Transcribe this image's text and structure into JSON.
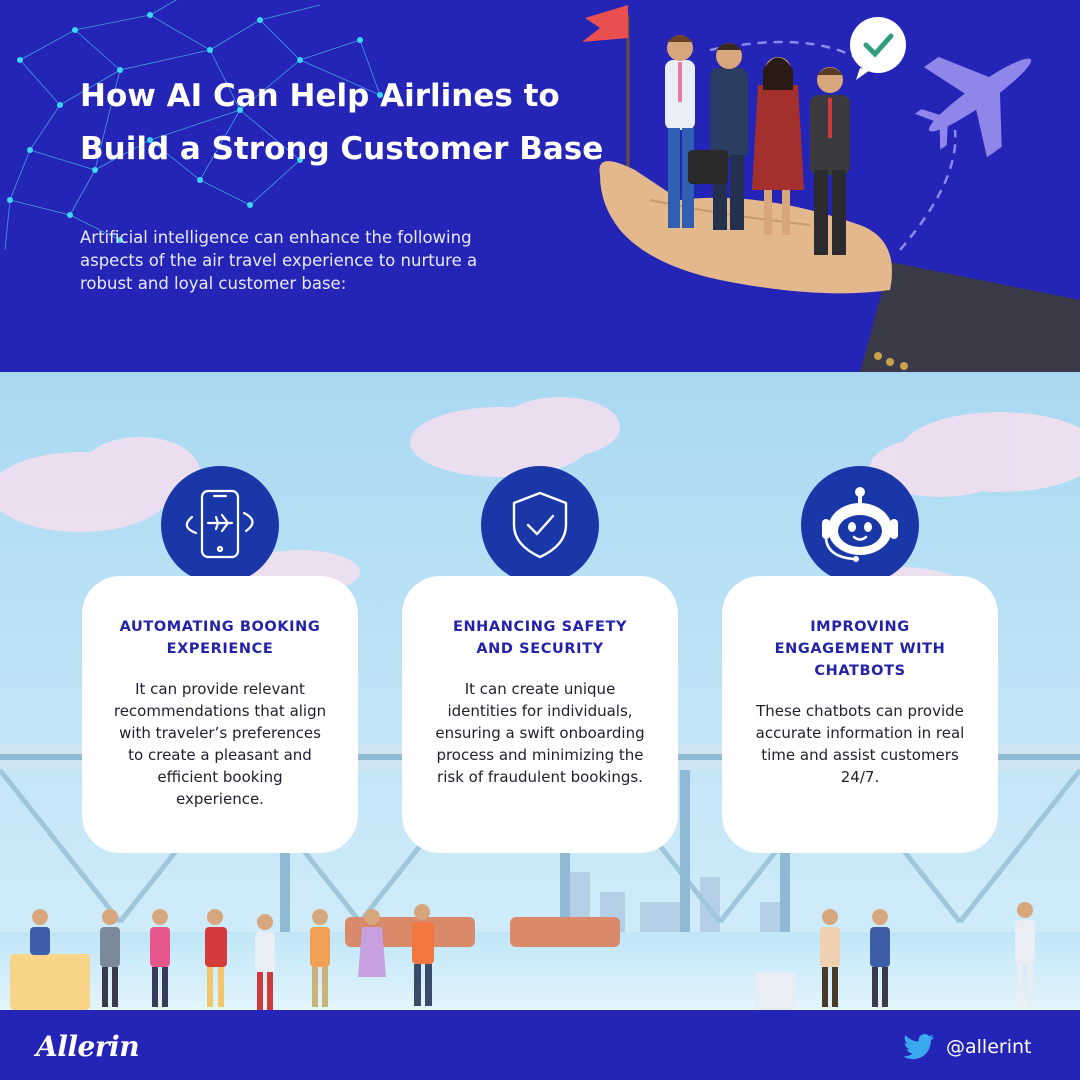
{
  "header": {
    "title": "How AI Can Help Airlines to Build a Strong Customer Base",
    "intro": "Artificial intelligence can enhance the following aspects of the air travel experience to nurture a robust and loyal customer base:"
  },
  "cards": [
    {
      "icon": "smartphone-airplane-icon",
      "title": "Automating Booking Experience",
      "text": "It can provide relevant recommendations that align with traveler’s preferences to create a pleasant and efficient booking experience."
    },
    {
      "icon": "shield-check-icon",
      "title": "Enhancing Safety and Security",
      "text": "It can create unique identities for individuals, ensuring a swift onboarding process and minimizing the risk of fraudulent bookings."
    },
    {
      "icon": "chatbot-robot-icon",
      "title": "Improving Engagement with Chatbots",
      "text": "These chatbots can provide accurate information in real time and assist customers 24/7."
    }
  ],
  "footer": {
    "brand": "Allerin",
    "handle": "@allerint",
    "icon": "twitter-bird-icon"
  },
  "colors": {
    "header_bg": "#2424b6",
    "card_title": "#2323a8",
    "badge": "#1a37a8",
    "accent_cyan": "#3ad8f5"
  }
}
